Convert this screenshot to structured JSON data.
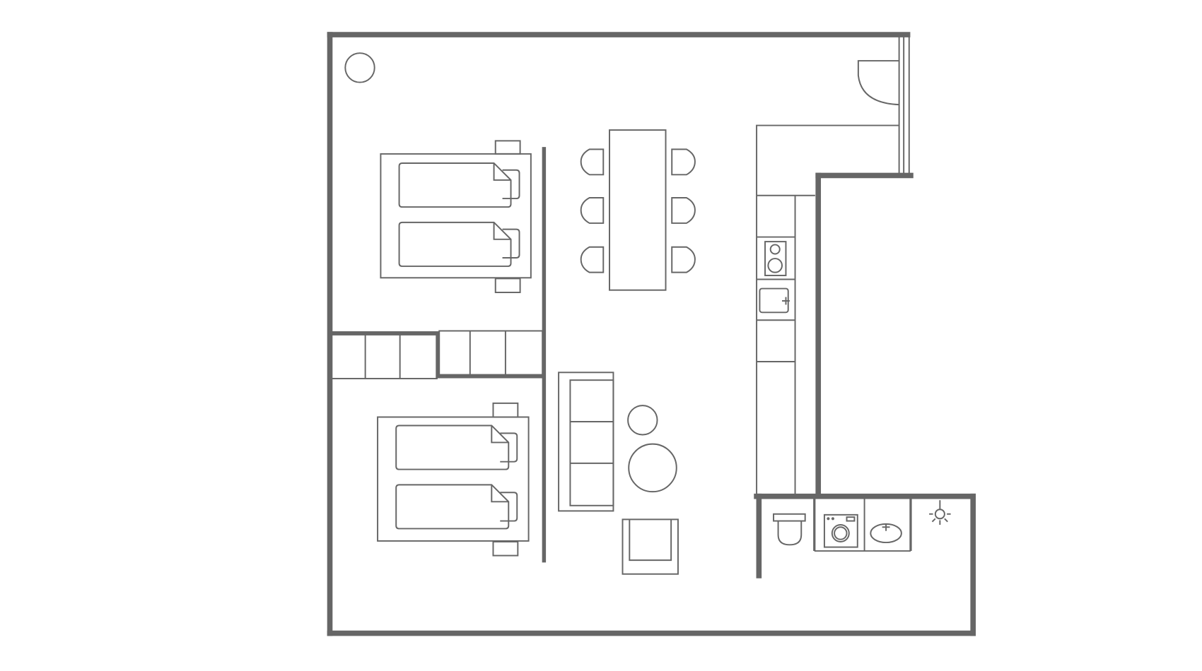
{
  "plan": {
    "colors": {
      "line": "#666666",
      "background": "#ffffff"
    },
    "rooms": [
      "bedroom",
      "bedroom",
      "living-dining",
      "kitchen",
      "bathroom",
      "entrance"
    ]
  }
}
